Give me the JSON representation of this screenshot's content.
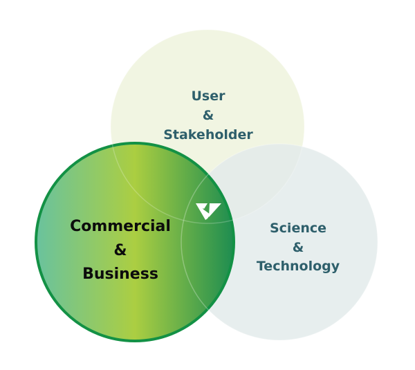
{
  "diagram": {
    "top_circle": {
      "lines": [
        "User",
        "&",
        "Stakeholder"
      ],
      "fill_color": "#eef3dd"
    },
    "right_circle": {
      "lines": [
        "Science",
        "&",
        "Technology"
      ],
      "fill_color": "#e4ecec"
    },
    "left_circle": {
      "lines": [
        "Commercial",
        "&",
        "Business"
      ],
      "gradient_colors": [
        "#63c09a",
        "#a8cc3a",
        "#15894a"
      ],
      "border_color": "#139145"
    },
    "center_logo": {
      "icon": "v-logo-icon",
      "color": "#ffffff"
    }
  }
}
